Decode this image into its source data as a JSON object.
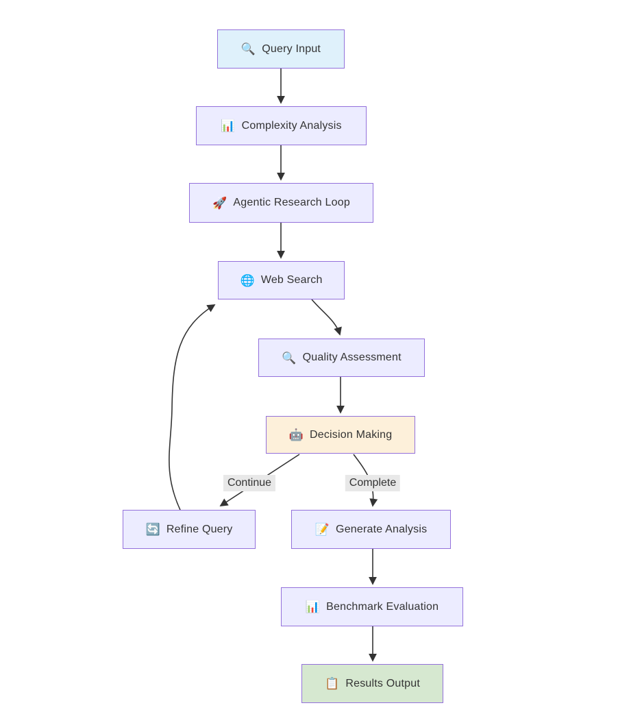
{
  "diagram": {
    "type": "flowchart",
    "direction": "top-down",
    "nodes": [
      {
        "id": "query-input",
        "label": "Query Input",
        "icon": "🔍",
        "icon_name": "magnifier-icon",
        "fill": "#dff1fb",
        "stroke": "#9370DB"
      },
      {
        "id": "complexity-analysis",
        "label": "Complexity Analysis",
        "icon": "📊",
        "icon_name": "bar-chart-icon",
        "fill": "#ECECFF",
        "stroke": "#9370DB"
      },
      {
        "id": "agentic-research-loop",
        "label": "Agentic Research Loop",
        "icon": "🚀",
        "icon_name": "rocket-icon",
        "fill": "#ECECFF",
        "stroke": "#9370DB"
      },
      {
        "id": "web-search",
        "label": "Web Search",
        "icon": "🌐",
        "icon_name": "globe-icon",
        "fill": "#ECECFF",
        "stroke": "#9370DB"
      },
      {
        "id": "quality-assessment",
        "label": "Quality Assessment",
        "icon": "🔍",
        "icon_name": "magnifier-icon",
        "fill": "#ECECFF",
        "stroke": "#9370DB"
      },
      {
        "id": "decision-making",
        "label": "Decision Making",
        "icon": "🤖",
        "icon_name": "robot-icon",
        "fill": "#fdf0da",
        "stroke": "#9370DB"
      },
      {
        "id": "refine-query",
        "label": "Refine Query",
        "icon": "🔄",
        "icon_name": "refresh-icon",
        "fill": "#ECECFF",
        "stroke": "#9370DB"
      },
      {
        "id": "generate-analysis",
        "label": "Generate Analysis",
        "icon": "📝",
        "icon_name": "memo-icon",
        "fill": "#ECECFF",
        "stroke": "#9370DB"
      },
      {
        "id": "benchmark-evaluation",
        "label": "Benchmark Evaluation",
        "icon": "📊",
        "icon_name": "bar-chart-icon",
        "fill": "#ECECFF",
        "stroke": "#9370DB"
      },
      {
        "id": "results-output",
        "label": "Results Output",
        "icon": "📋",
        "icon_name": "clipboard-icon",
        "fill": "#d6e8d0",
        "stroke": "#9370DB"
      }
    ],
    "edges": [
      {
        "from": "query-input",
        "to": "complexity-analysis",
        "label": ""
      },
      {
        "from": "complexity-analysis",
        "to": "agentic-research-loop",
        "label": ""
      },
      {
        "from": "agentic-research-loop",
        "to": "web-search",
        "label": ""
      },
      {
        "from": "web-search",
        "to": "quality-assessment",
        "label": ""
      },
      {
        "from": "quality-assessment",
        "to": "decision-making",
        "label": ""
      },
      {
        "from": "decision-making",
        "to": "refine-query",
        "label": "Continue"
      },
      {
        "from": "decision-making",
        "to": "generate-analysis",
        "label": "Complete"
      },
      {
        "from": "refine-query",
        "to": "web-search",
        "label": ""
      },
      {
        "from": "generate-analysis",
        "to": "benchmark-evaluation",
        "label": ""
      },
      {
        "from": "benchmark-evaluation",
        "to": "results-output",
        "label": ""
      }
    ],
    "colors": {
      "background": "#ffffff",
      "node_default_fill": "#ECECFF",
      "node_stroke": "#9370DB",
      "input_fill": "#dff1fb",
      "decision_fill": "#fdf0da",
      "output_fill": "#d6e8d0",
      "edge": "#333333",
      "edge_label_bg": "#e8e8e8",
      "text": "#333333"
    }
  }
}
